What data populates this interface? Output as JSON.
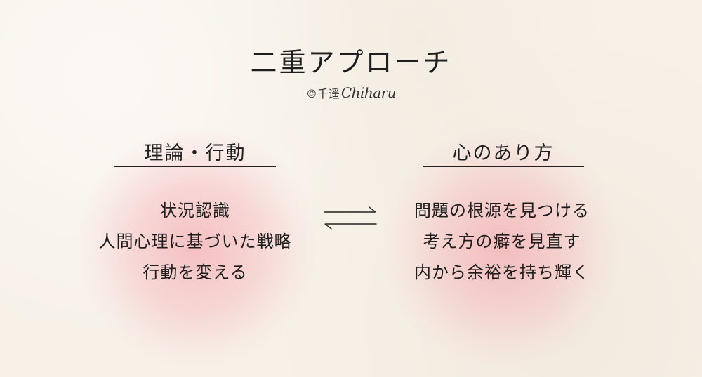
{
  "title": "二重アプローチ",
  "credit": {
    "prefix": "©千遥",
    "signature": "Chiharu"
  },
  "left": {
    "heading": "理論・行動",
    "items": [
      "状況認識",
      "人間心理に基づいた戦略",
      "行動を変える"
    ]
  },
  "right": {
    "heading": "心のあり方",
    "items": [
      "問題の根源を見つける",
      "考え方の癖を見直す",
      "内から余裕を持ち輝く"
    ]
  },
  "colors": {
    "background": "#f7f1e8",
    "glow": "#f29aa4",
    "text": "#1e1e1e"
  },
  "icons": {
    "connector": "bidirectional-arrows-icon"
  }
}
